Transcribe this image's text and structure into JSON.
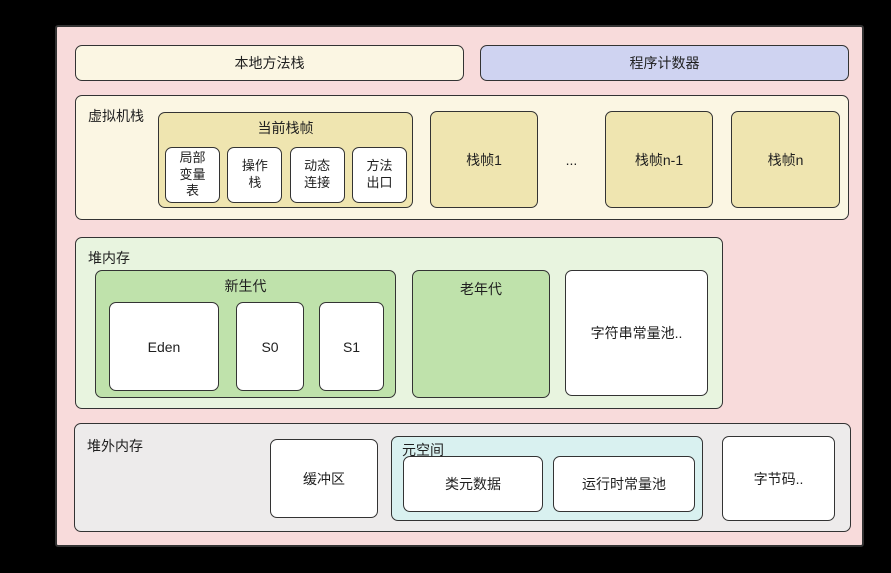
{
  "colors": {
    "page_bg": "#000000",
    "canvas_bg": "#f8dbdb",
    "cream": "#fbf6e3",
    "tan": "#efe5b0",
    "lavender": "#cfd3f1",
    "heap_bg": "#e8f4df",
    "green": "#bfe2ab",
    "offheap_bg": "#edebeb",
    "metaspace_bg": "#d9f1f0",
    "white": "#ffffff",
    "border": "#333333",
    "text": "#1f1f1f"
  },
  "top_row": {
    "native_method_stack": "本地方法栈",
    "program_counter": "程序计数器"
  },
  "vm_stack": {
    "label": "虚拟机栈",
    "current_frame": {
      "title": "当前栈帧",
      "slots": [
        "局部变量表",
        "操作栈",
        "动态连接",
        "方法出口"
      ]
    },
    "frames": [
      "栈帧1",
      "栈帧n-1",
      "栈帧n"
    ],
    "ellipsis": "..."
  },
  "heap": {
    "label": "堆内存",
    "young_gen": {
      "title": "新生代",
      "regions": [
        "Eden",
        "S0",
        "S1"
      ]
    },
    "old_gen": "老年代",
    "string_pool": "字符串常量池.."
  },
  "offheap": {
    "label": "堆外内存",
    "buffer": "缓冲区",
    "metaspace": {
      "label": "元空间",
      "items": [
        "类元数据",
        "运行时常量池"
      ]
    },
    "bytecode": "字节码.."
  }
}
